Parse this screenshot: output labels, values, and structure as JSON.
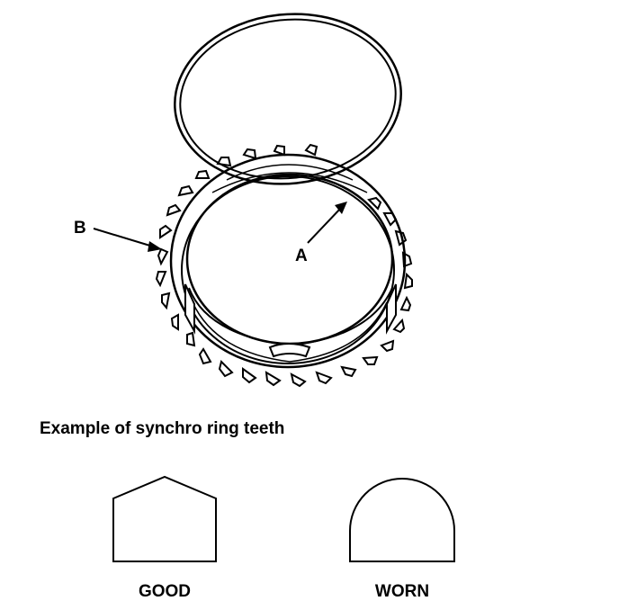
{
  "callouts": {
    "a": "A",
    "b": "B"
  },
  "caption": "Example of synchro ring teeth",
  "teeth": {
    "good_label": "GOOD",
    "worn_label": "WORN"
  },
  "colors": {
    "ink": "#000000",
    "paper": "#ffffff"
  }
}
